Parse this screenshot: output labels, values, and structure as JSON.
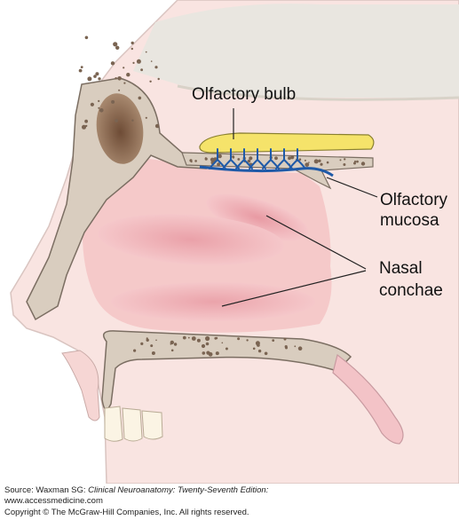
{
  "labels": {
    "olfactory_bulb": "Olfactory bulb",
    "olfactory_mucosa_line1": "Olfactory",
    "olfactory_mucosa_line2": "mucosa",
    "nasal_conchae_line1": "Nasal",
    "nasal_conchae_line2": "conchae"
  },
  "credit": {
    "source_prefix": "Source: Waxman SG: ",
    "source_title": "Clinical Neuroanatomy: Twenty-Seventh Edition:",
    "url": "www.accessmedicine.com",
    "copyright": "Copyright © The McGraw-Hill Companies, Inc. All rights reserved."
  },
  "colors": {
    "skin": "#f9e4e1",
    "cranial_band": "#e9e6e0",
    "bone": "#d9cdbf",
    "bone_outline": "#7b6e62",
    "bone_dots": "#7a6452",
    "sinus": "#8c6a52",
    "cavity": "#f5c9c9",
    "concha": "#efb0b6",
    "bulb": "#f5e36a",
    "nerve": "#1f5aa8",
    "teeth": "#fbf4e4"
  }
}
